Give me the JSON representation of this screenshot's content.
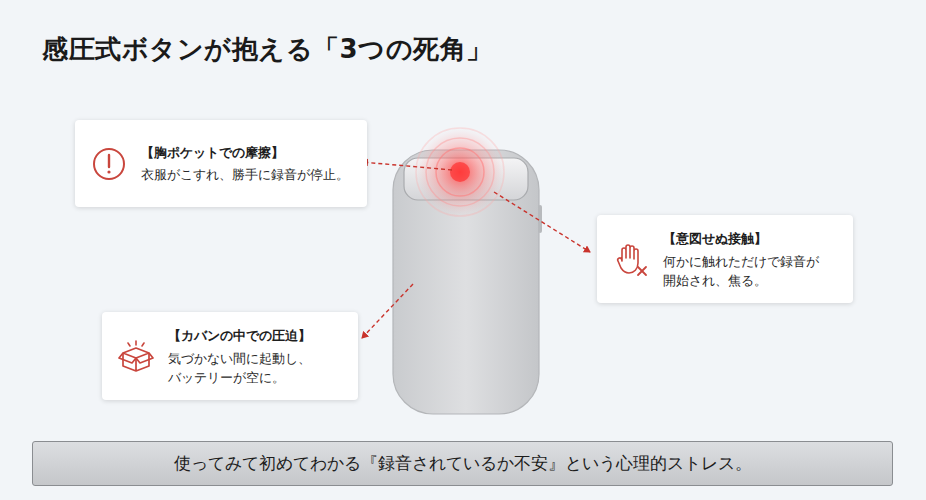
{
  "diagram": {
    "title": "感圧式ボタンが抱える「3つの死角」",
    "caption": "使ってみて初めてわかる『録音されているか不安』という心理的ストレス。",
    "nodes": [
      {
        "text": [
          "【胸ポケットでの摩擦】",
          "衣服がこすれ、勝手に録音が停止。"
        ]
      },
      {
        "text": [
          "【意図せぬ接触】",
          "何かに触れただけで録音が 開始され、焦る。"
        ]
      },
      {
        "text": [
          "【カバンの中での圧迫】",
          "気づかない間に起動し、 バッテリーが空に。"
        ]
      }
    ]
  }
}
